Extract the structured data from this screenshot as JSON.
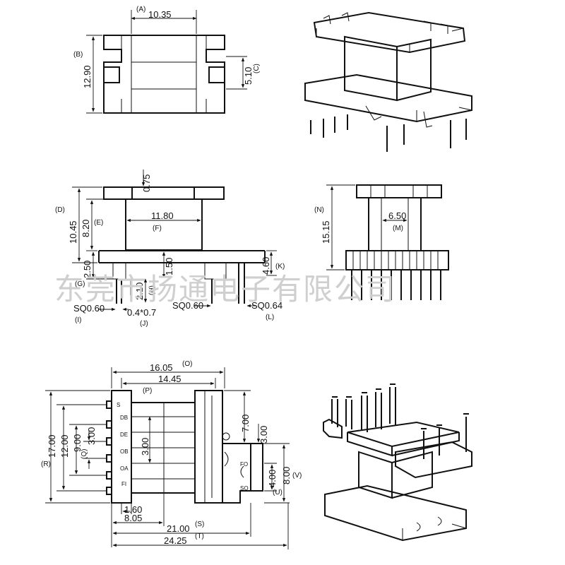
{
  "watermark": "东莞市扬通电子有限公司",
  "top_view": {
    "dim_A": "10.35",
    "lab_A": "(A)",
    "dim_B": "12.90",
    "lab_B": "(B)",
    "dim_C": "5.10",
    "lab_C": "(C)"
  },
  "front_view": {
    "dim_075": "0.75",
    "dim_D": "10.45",
    "lab_D": "(D)",
    "dim_E": "8.20",
    "lab_E": "(E)",
    "dim_F": "11.80",
    "lab_F": "(F)",
    "dim_G": "2.50",
    "lab_G": "(G)",
    "dim_150": "1.50",
    "dim_H": "2.10",
    "lab_H": "(H)",
    "dim_K": "4.60",
    "lab_K": "(K)",
    "dim_I": "SQ0.60",
    "lab_I": "(I)",
    "dim_J": "0.4*0.7",
    "lab_J": "(J)",
    "dim_SQ060b": "SQ0.60",
    "dim_L": "SQ0.64",
    "lab_L": "(L)"
  },
  "side_view": {
    "dim_N": "15.15",
    "lab_N": "(N)",
    "dim_M": "6.50",
    "lab_M": "(M)"
  },
  "bottom_view": {
    "dim_O": "16.05",
    "lab_O": "(O)",
    "dim_P": "14.45",
    "lab_P": "(P)",
    "dim_R": "17.00",
    "lab_R": "(R)",
    "dim_12": "12.00",
    "dim_9": "9.00",
    "dim_Q": "3.00",
    "lab_Q": "(Q)",
    "dim_300b": "3.00",
    "dim_700": "7.00",
    "dim_300c": "3.00",
    "dim_V": "8.00",
    "lab_V": "(V)",
    "dim_U": "4.00",
    "lab_U": "(U)",
    "dim_160": "1.60",
    "dim_805": "8.05",
    "dim_S": "21.00",
    "lab_S": "(S)",
    "dim_T": "24.25",
    "lab_T": "(T)",
    "pins": [
      "S",
      "DB",
      "DE",
      "OB",
      "OA",
      "FI",
      "FO",
      "SO"
    ]
  }
}
